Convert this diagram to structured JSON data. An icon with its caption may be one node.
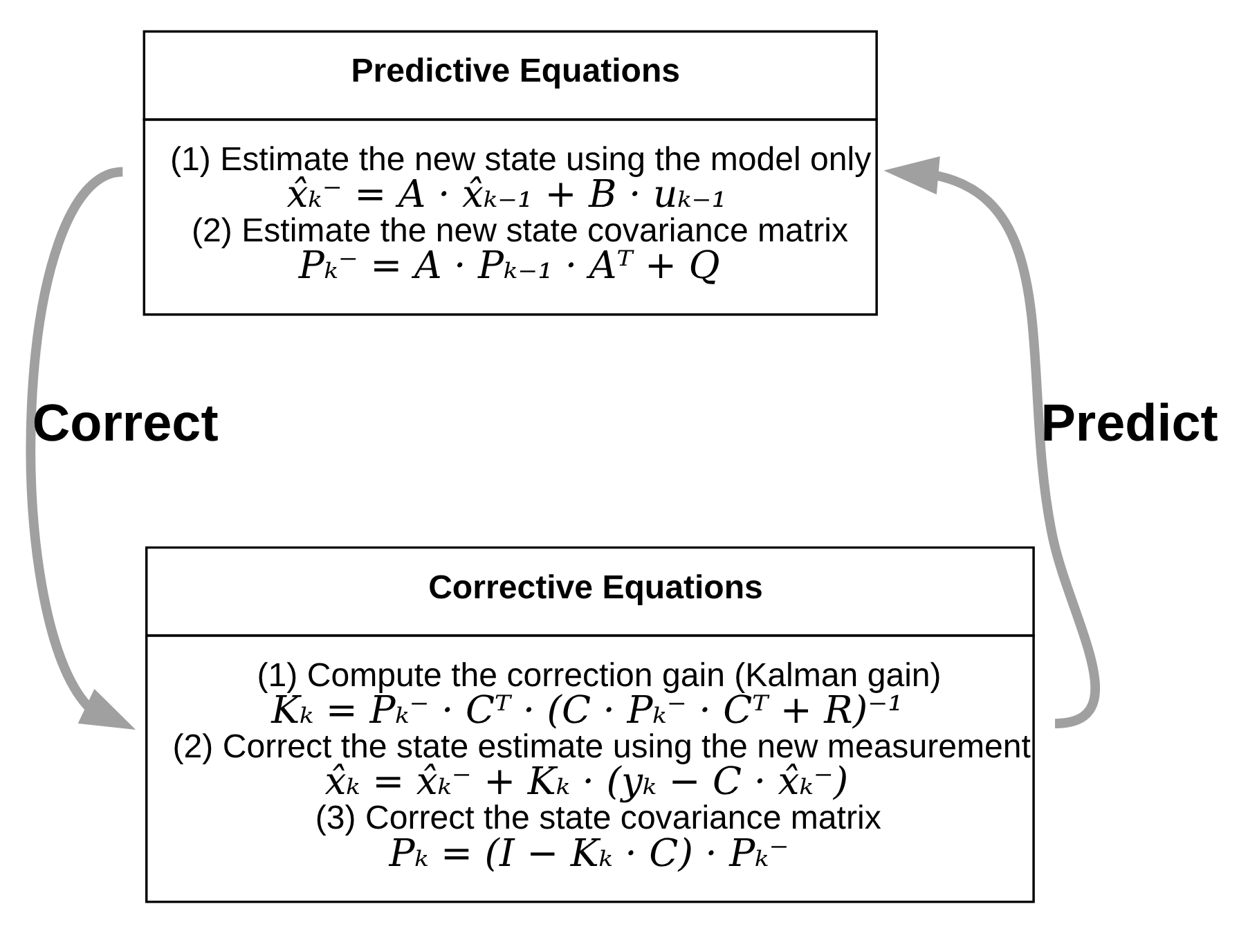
{
  "diagram": {
    "nodes": [
      {
        "text": [
          "Predictive Equations",
          "(1) Estimate the new state using the model only",
          "x̂ₖ⁻ = A · x̂ₖ₋₁ + B · uₖ₋₁",
          "(2) Estimate the new state covariance matrix",
          "Pₖ⁻ = A · Pₖ₋₁ · Aᵀ + Q"
        ]
      },
      {
        "text": [
          "Corrective Equations",
          "(1) Compute the correction gain (Kalman gain)",
          "Kₖ = Pₖ⁻ · Cᵀ · (C · Pₖ⁻ · Cᵀ + R)⁻¹",
          "(2) Correct the state estimate using the new measurement",
          "x̂ₖ = x̂ₖ⁻ + Kₖ · (yₖ − C · x̂ₖ⁻)",
          "(3) Correct the state covariance matrix",
          "Pₖ = (I − Kₖ · C) · Pₖ⁻"
        ]
      }
    ],
    "edges": [
      {
        "from": 0,
        "to": 1,
        "arrow": "to",
        "label": "Correct"
      },
      {
        "from": 1,
        "to": 0,
        "arrow": "to",
        "label": "Predict"
      }
    ]
  }
}
